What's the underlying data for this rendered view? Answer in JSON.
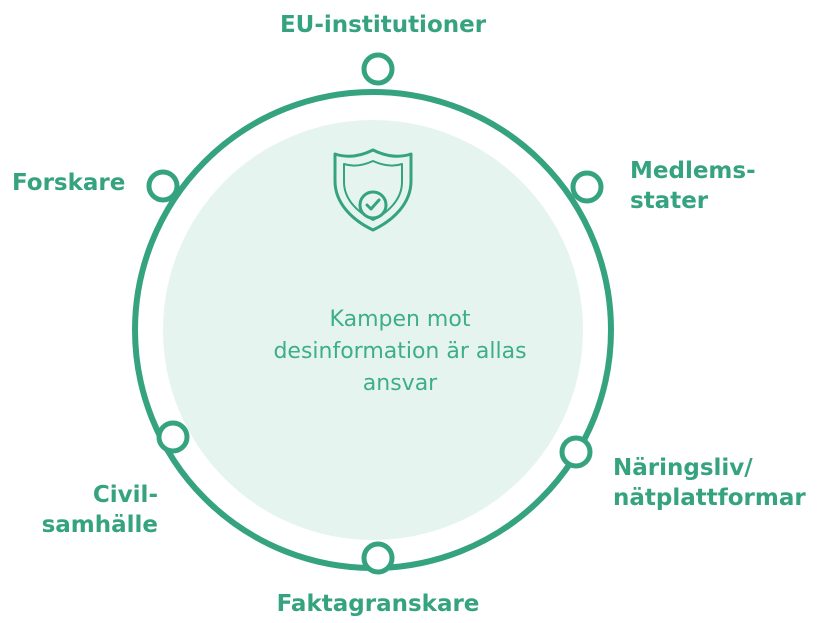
{
  "colors": {
    "accent": "#35A37F",
    "inner_fill": "#E6F4EF",
    "center_text": "#3DAE88",
    "background": "#FFFFFF"
  },
  "center": {
    "icon": "shield-check-icon",
    "text_lines": [
      "Kampen mot",
      "desinformation är allas",
      "ansvar"
    ]
  },
  "nodes": {
    "eu_institutions": {
      "lines": [
        "EU-institutioner"
      ]
    },
    "member_states": {
      "lines": [
        "Medlems-",
        "stater"
      ]
    },
    "business_platforms": {
      "lines": [
        "Näringsliv/",
        "nätplattformar"
      ]
    },
    "fact_checkers": {
      "lines": [
        "Faktagranskare"
      ]
    },
    "civil_society": {
      "lines": [
        "Civil-",
        "samhälle"
      ]
    },
    "researchers": {
      "lines": [
        "Forskare"
      ]
    }
  }
}
